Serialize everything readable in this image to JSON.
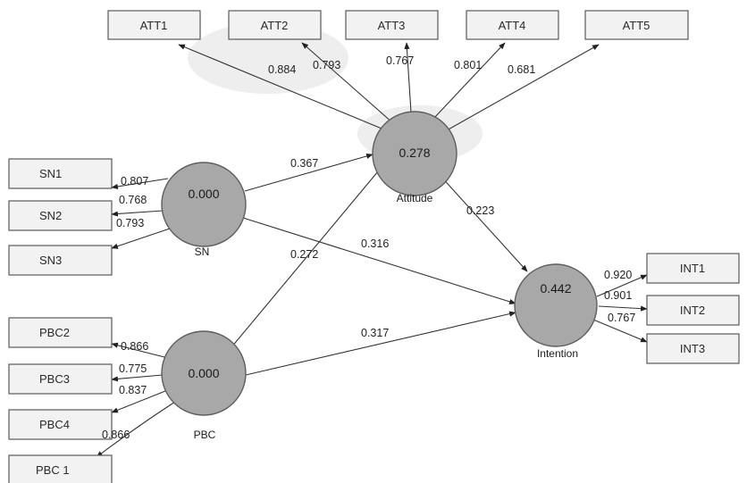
{
  "latent": {
    "attitude": {
      "name": "Attitude",
      "r2": "0.278"
    },
    "sn": {
      "name": "SN",
      "r2": "0.000"
    },
    "pbc": {
      "name": "PBC",
      "r2": "0.000"
    },
    "intention": {
      "name": "Intention",
      "r2": "0.442"
    }
  },
  "indicators": {
    "att1": "ATT1",
    "att2": "ATT2",
    "att3": "ATT3",
    "att4": "ATT4",
    "att5": "ATT5",
    "sn1": "SN1",
    "sn2": "SN2",
    "sn3": "SN3",
    "pbc2": "PBC2",
    "pbc3": "PBC3",
    "pbc4": "PBC4",
    "pbc1": "PBC 1",
    "int1": "INT1",
    "int2": "INT2",
    "int3": "INT3"
  },
  "loadings": {
    "att1": "0.884",
    "att2": "0.793",
    "att3": "0.767",
    "att4": "0.801",
    "att5": "0.681",
    "sn1": "0.807",
    "sn2": "0.768",
    "sn3": "0.793",
    "pbc2": "0.866",
    "pbc3": "0.775",
    "pbc4": "0.837",
    "pbc1": "0.866",
    "int1": "0.920",
    "int2": "0.901",
    "int3": "0.767"
  },
  "paths": {
    "sn_attitude": "0.367",
    "pbc_attitude": "0.272",
    "attitude_intention": "0.223",
    "sn_intention": "0.316",
    "pbc_intention": "0.317"
  }
}
